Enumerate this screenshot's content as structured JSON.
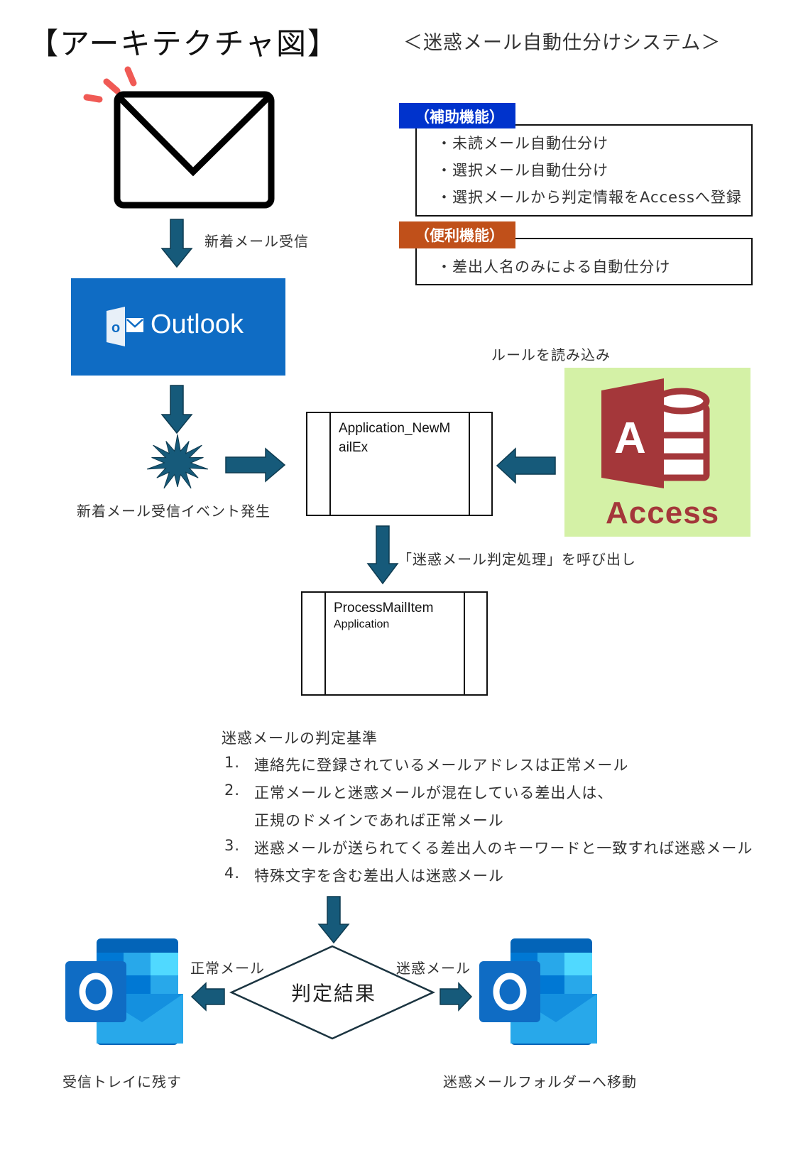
{
  "header": {
    "title": "【アーキテクチャ図】",
    "subtitle": "＜迷惑メール自動仕分けシステム＞"
  },
  "features": {
    "auxiliary": {
      "tag": "（補助機能）",
      "tag_color": "#0033cc",
      "items": [
        "・未読メール自動仕分け",
        "・選択メール自動仕分け",
        "・選択メールから判定情報をAccessへ登録"
      ]
    },
    "convenience": {
      "tag": "（便利機能）",
      "tag_color": "#c0501a",
      "items": [
        "・差出人名のみによる自動仕分け"
      ]
    }
  },
  "flow": {
    "new_mail_label": "新着メール受信",
    "outlook_label": "Outlook",
    "event_label": "新着メール受信イベント発生",
    "handler": {
      "name_line1": "Application_NewM",
      "name_line2": "ailEx"
    },
    "access_read_label": "ルールを読み込み",
    "access_label": "Access",
    "call_label": "「迷惑メール判定処理」を呼び出し",
    "processor": {
      "name": "ProcessMailItem",
      "sub": "Application"
    }
  },
  "criteria": {
    "heading": "迷惑メールの判定基準",
    "items": [
      {
        "num": "1.",
        "text": "連絡先に登録されているメールアドレスは正常メール"
      },
      {
        "num": "2.",
        "text": "正常メールと迷惑メールが混在している差出人は、"
      },
      {
        "num": "",
        "text": "正規のドメインであれば正常メール"
      },
      {
        "num": "3.",
        "text": "迷惑メールが送られてくる差出人のキーワードと一致すれば迷惑メール"
      },
      {
        "num": "4.",
        "text": "特殊文字を含む差出人は迷惑メール"
      }
    ]
  },
  "decision": {
    "label": "判定結果",
    "normal_branch": "正常メール",
    "spam_branch": "迷惑メール",
    "normal_result": "受信トレイに残す",
    "spam_result": "迷惑メールフォルダーへ移動"
  },
  "colors": {
    "arrow": "#165a7a",
    "outlook_bg": "#0f6cc4",
    "access_bg": "#d4f1a6",
    "access_red": "#a4373a",
    "notify_red": "#f05a55"
  }
}
